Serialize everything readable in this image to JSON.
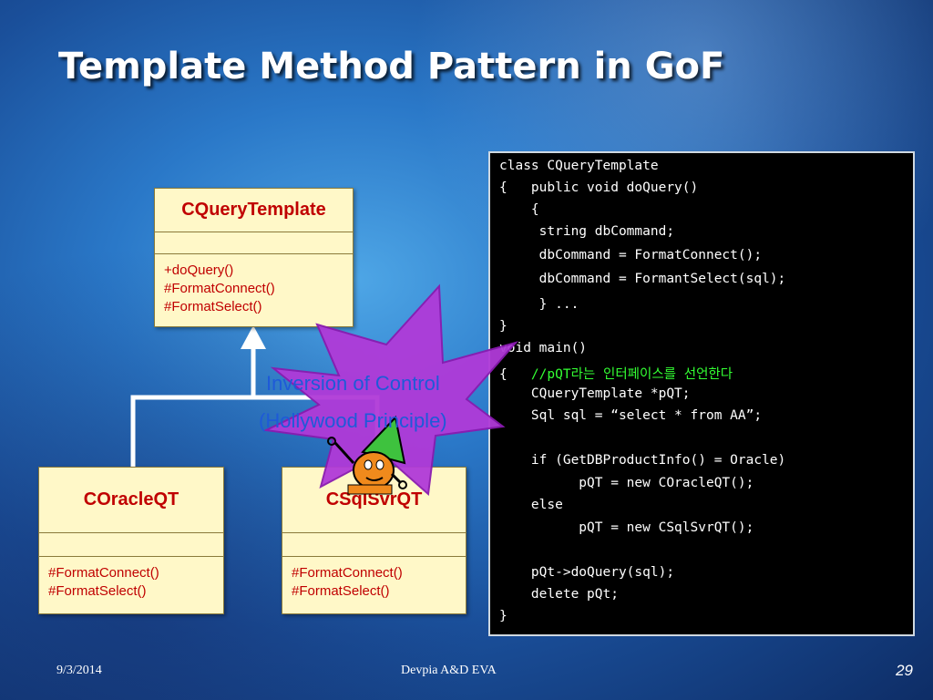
{
  "slide": {
    "title": "Template Method Pattern in GoF",
    "footer_date": "9/3/2014",
    "footer_center": "Devpia A&D EVA",
    "page_number": "29"
  },
  "uml": {
    "base": {
      "name": "CQueryTemplate",
      "operations": [
        "+doQuery()",
        "#FormatConnect()",
        "#FormatSelect()"
      ]
    },
    "oracle": {
      "name": "COracleQT",
      "operations": [
        "#FormatConnect()",
        "#FormatSelect()"
      ]
    },
    "sqlsvr": {
      "name": "CSqlSvrQT",
      "operations": [
        "#FormatConnect()",
        "#FormatSelect()"
      ]
    }
  },
  "callout": {
    "line1": "Inversion of Control",
    "line2": "(Hollywood Principle)"
  },
  "code": {
    "lines": [
      "class CQueryTemplate",
      "{   public void doQuery()",
      "    {",
      "     string dbCommand;",
      "     dbCommand = FormatConnect();",
      "     dbCommand = FormantSelect(sql);",
      "     } ...",
      "}",
      "void main()",
      "{   //pQT라는 인터페이스를 선언한다",
      "    CQueryTemplate *pQT;",
      "    Sql sql = “select * from AA”;",
      "",
      "    if (GetDBProductInfo() = Oracle)",
      "          pQT = new COracleQT();",
      "    else",
      "          pQT = new CSqlSvrQT();",
      "",
      "    pQt->doQuery(sql);",
      "    delete pQt;",
      "}"
    ]
  },
  "colors": {
    "class_name": "#c00000",
    "uml_fill": "#fff8c8",
    "callout_fill": "#b03ad8",
    "callout_text": "#1e5ad8",
    "code_comment": "#33ff33"
  }
}
